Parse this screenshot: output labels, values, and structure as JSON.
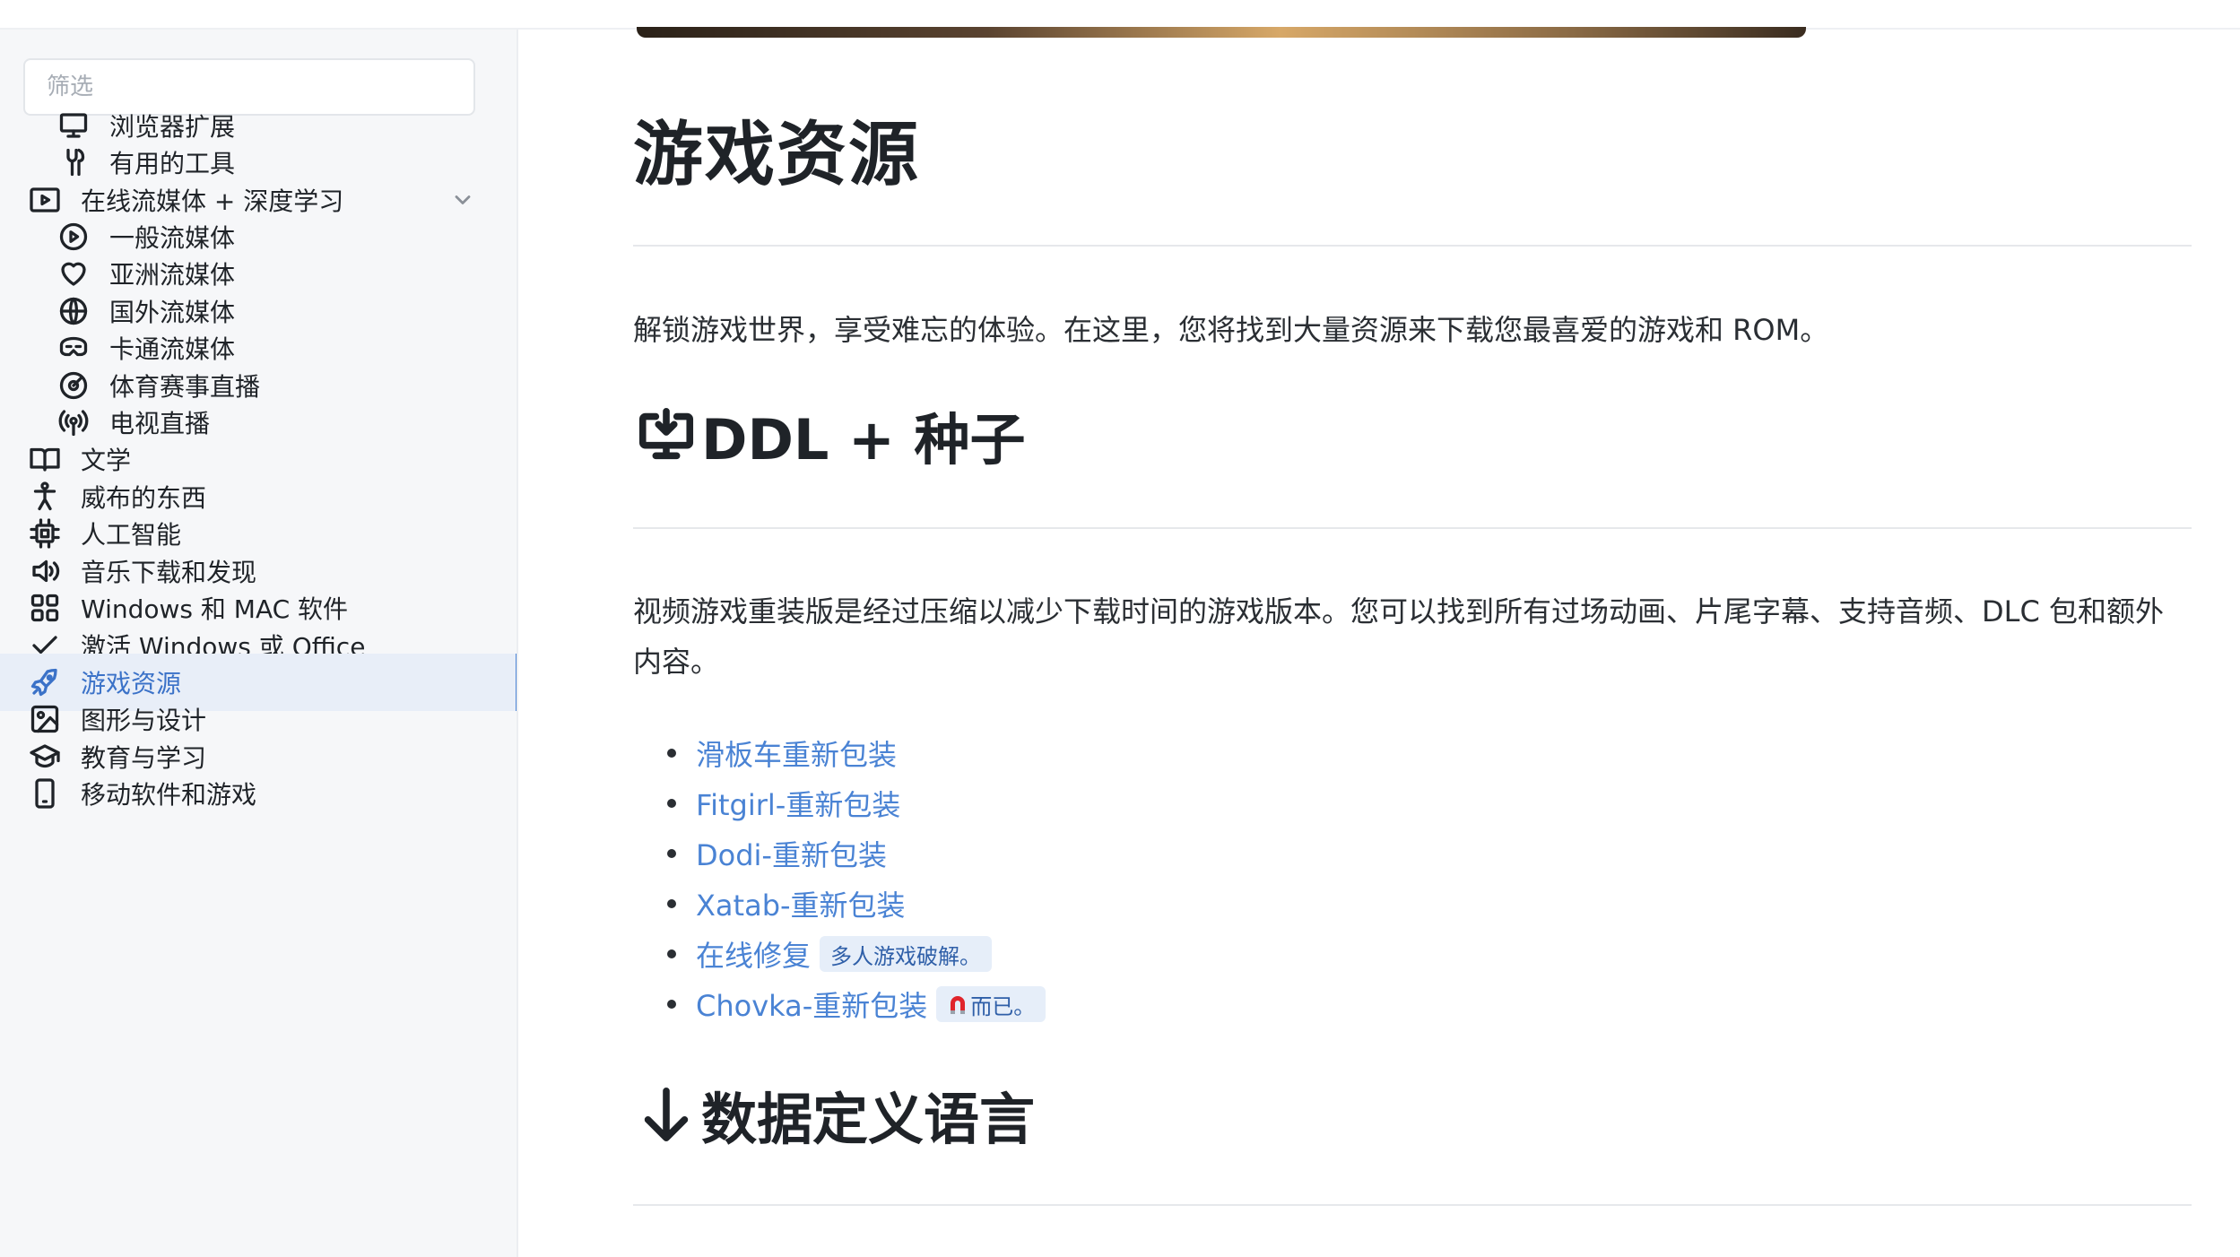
{
  "sidebar": {
    "filter_placeholder": "筛选",
    "items": [
      {
        "label": "浏览器扩展",
        "icon": "monitor-icon",
        "level": 2
      },
      {
        "label": "有用的工具",
        "icon": "tools-icon",
        "level": 2
      },
      {
        "label": "在线流媒体 + 深度学习",
        "icon": "video-icon",
        "level": 1,
        "expanded": true
      },
      {
        "label": "一般流媒体",
        "icon": "play-circle-icon",
        "level": 2
      },
      {
        "label": "亚洲流媒体",
        "icon": "heart-icon",
        "level": 2
      },
      {
        "label": "国外流媒体",
        "icon": "globe-icon",
        "level": 2
      },
      {
        "label": "卡通流媒体",
        "icon": "vr-headset-icon",
        "level": 2
      },
      {
        "label": "体育赛事直播",
        "icon": "target-icon",
        "level": 2
      },
      {
        "label": "电视直播",
        "icon": "broadcast-icon",
        "level": 2
      },
      {
        "label": "文学",
        "icon": "book-icon",
        "level": 1
      },
      {
        "label": "威布的东西",
        "icon": "person-icon",
        "level": 1
      },
      {
        "label": "人工智能",
        "icon": "cpu-icon",
        "level": 1
      },
      {
        "label": "音乐下载和发现",
        "icon": "speaker-icon",
        "level": 1
      },
      {
        "label": "Windows 和 MAC 软件",
        "icon": "grid-icon",
        "level": 1
      },
      {
        "label": "激活 Windows 或 Office",
        "icon": "check-icon",
        "level": 1
      },
      {
        "label": "游戏资源",
        "icon": "rocket-icon",
        "level": 1,
        "active": true
      },
      {
        "label": "图形与设计",
        "icon": "image-icon",
        "level": 1
      },
      {
        "label": "教育与学习",
        "icon": "graduation-cap-icon",
        "level": 1
      },
      {
        "label": "移动软件和游戏",
        "icon": "phone-icon",
        "level": 1
      }
    ]
  },
  "main": {
    "title": "游戏资源",
    "intro": "解锁游戏世界，享受难忘的体验。在这里，您将找到大量资源来下载您最喜爱的游戏和 ROM。",
    "section1": {
      "heading": "DDL + 种子",
      "icon": "monitor-download-icon",
      "text": "视频游戏重装版是经过压缩以减少下载时间的游戏版本。您可以找到所有过场动画、片尾字幕、支持音频、DLC 包和额外内容。",
      "links": [
        {
          "label": "滑板车重新包装"
        },
        {
          "label": "Fitgirl-重新包装"
        },
        {
          "label": "Dodi-重新包装"
        },
        {
          "label": "Xatab-重新包装"
        },
        {
          "label": "在线修复",
          "badge": "多人游戏破解。"
        },
        {
          "label": "Chovka-重新包装",
          "badge": "而已。",
          "badge_icon": "magnet-icon"
        }
      ]
    },
    "section2": {
      "heading": "数据定义语言",
      "icon": "arrow-down-icon"
    }
  },
  "colors": {
    "accent": "#4a83d4",
    "active_bg": "#e8eef8",
    "badge_bg": "#e6eef9"
  }
}
